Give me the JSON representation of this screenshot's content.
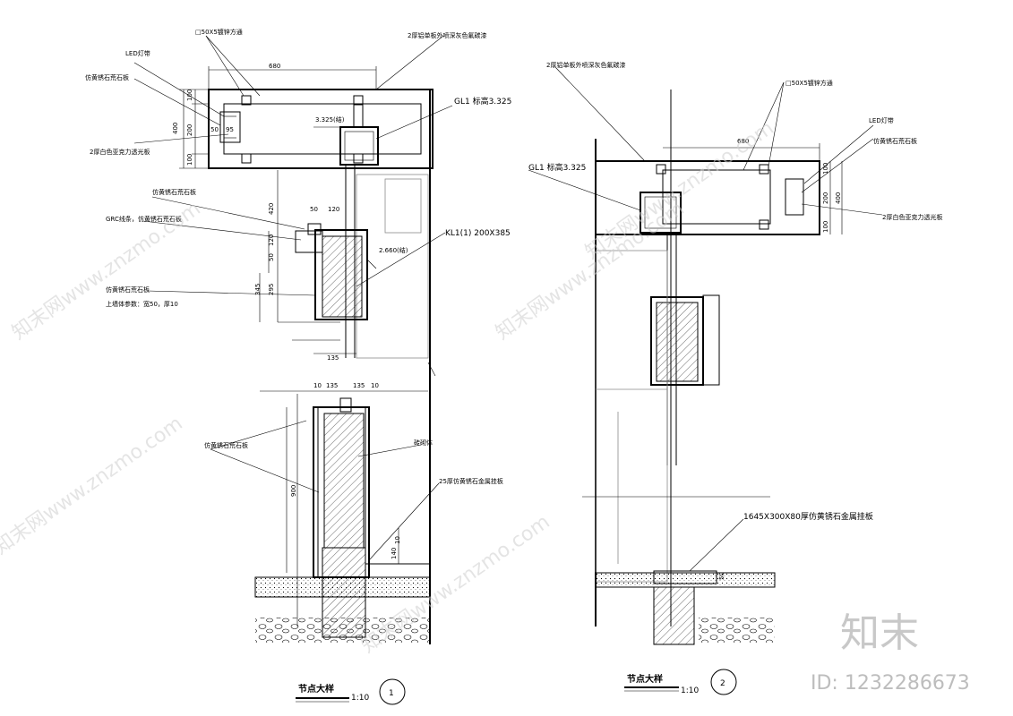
{
  "detail1": {
    "top_labels": {
      "steel": "□50X5镀锌方通",
      "panel": "2厚铝单板外喷深灰色氟碳漆",
      "led": "LED灯带",
      "stone": "仿黄锈石荒石板",
      "acrylic": "2厚白色亚克力透光板"
    },
    "dims_top": {
      "w680": "680",
      "d400": "400",
      "d100a": "100",
      "d200": "200",
      "d100b": "100",
      "d50": "50",
      "d95": "95"
    },
    "gl1": "GL1 标高3.325",
    "elev1": "3.325(结)",
    "mid_labels": {
      "stone2": "仿黄锈石荒石板",
      "grc": "GRC线条，仿黄锈石荒石板",
      "kl1": "KL1(1) 200X385",
      "elev2": "2.660(结)",
      "stone3": "仿黄锈石荒石板",
      "wall": "上墙体参数：宽50，厚10"
    },
    "dims_mid": {
      "d420": "420",
      "d50a": "50",
      "d120a": "120",
      "d120b": "120",
      "d50b": "50",
      "d345": "345",
      "d295": "295",
      "d135": "135"
    },
    "bottom_labels": {
      "stone4": "仿黄锈石荒石板",
      "brick": "砖砌体",
      "plate": "25厚仿黄锈石金属挂板"
    },
    "dims_bottom": {
      "d10a": "10",
      "d135a": "135",
      "d135b": "135",
      "d10b": "10",
      "d900": "900",
      "d140": "140",
      "d10c": "10"
    },
    "title": "节点大样",
    "scale": "1:10",
    "number": "1"
  },
  "detail2": {
    "top_labels": {
      "panel": "2厚铝单板外喷深灰色氟碳漆",
      "steel": "□50X5镀锌方通",
      "led": "LED灯带",
      "stone": "仿黄锈石荒石板",
      "acrylic": "2厚白色亚克力透光板"
    },
    "dims_top": {
      "w680": "680",
      "d100a": "100",
      "d200": "200",
      "d400": "400",
      "d100b": "100"
    },
    "gl1": "GL1 标高3.325",
    "bottom_label": "1645X300X80厚仿黄锈石金属挂板",
    "dim50": "50",
    "title": "节点大样",
    "scale": "1:10",
    "number": "2"
  },
  "watermark": {
    "site": "知末网www.znzmo.com",
    "brand": "知末",
    "id": "ID: 1232286673"
  }
}
